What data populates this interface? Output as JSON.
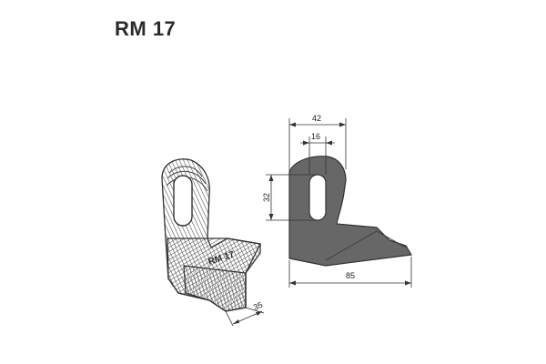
{
  "title": "RM 17",
  "isometric": {
    "stamp": "RM 17",
    "dim_width": "35"
  },
  "profile": {
    "dim_top_width": "42",
    "dim_slot_width": "16",
    "dim_slot_height": "32",
    "dim_total_length": "85"
  },
  "colors": {
    "fill": "#666766",
    "line": "#333333",
    "text": "#222222"
  }
}
